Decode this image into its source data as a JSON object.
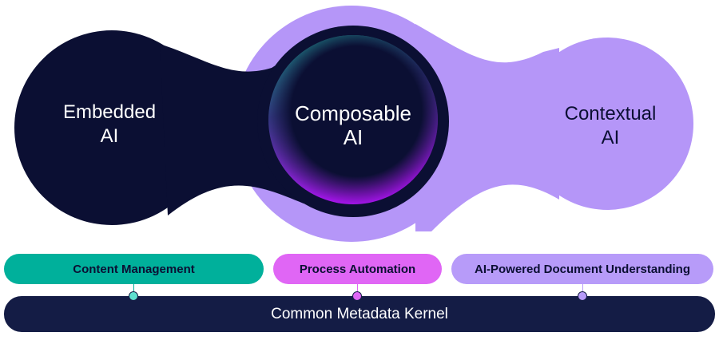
{
  "layers": {
    "embedded": {
      "line1": "Embedded",
      "line2": "AI"
    },
    "composable": {
      "line1": "Composable",
      "line2": "AI"
    },
    "contextual": {
      "line1": "Contextual",
      "line2": "AI"
    }
  },
  "capabilities": [
    {
      "label": "Content Management",
      "color": "#00b09b"
    },
    {
      "label": "Process Automation",
      "color": "#e066f5"
    },
    {
      "label": "AI-Powered Document Understanding",
      "color": "#b79bf9"
    }
  ],
  "kernel": {
    "label": "Common Metadata Kernel",
    "color": "#141c45"
  },
  "colors": {
    "navy": "#0b0f33",
    "lavender": "#b596f8"
  }
}
